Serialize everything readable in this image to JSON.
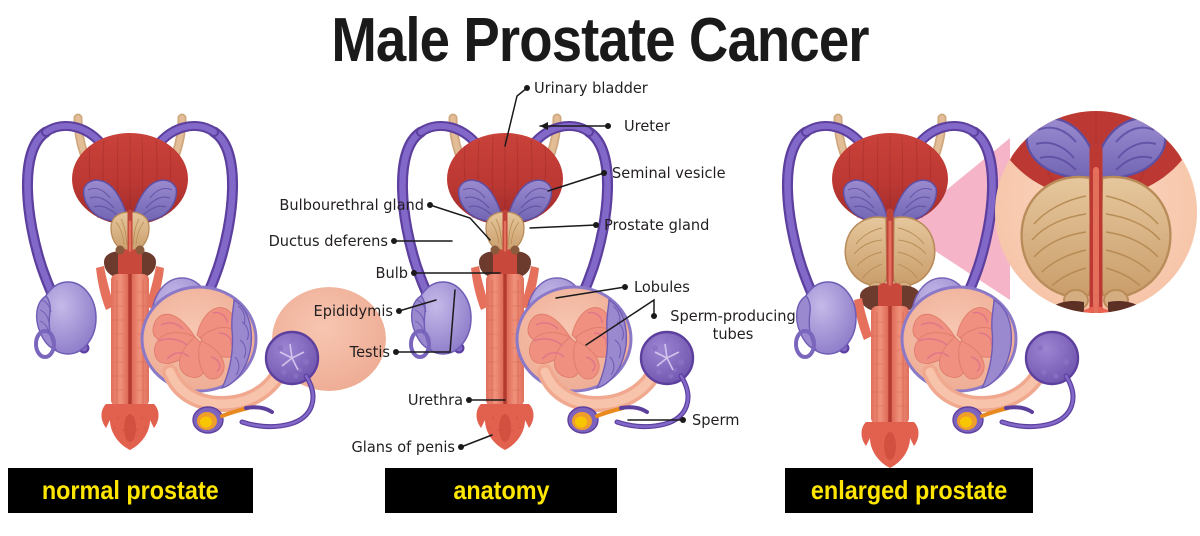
{
  "title": "Male Prostate Cancer",
  "captions": [
    {
      "id": "normal",
      "label": "normal prostate"
    },
    {
      "id": "anatomy",
      "label": "anatomy"
    },
    {
      "id": "enlarged",
      "label": "enlarged prostate"
    }
  ],
  "labels_right": [
    {
      "id": "urinary-bladder",
      "text": "Urinary bladder"
    },
    {
      "id": "ureter",
      "text": "Ureter"
    },
    {
      "id": "seminal-vesicle",
      "text": "Seminal vesicle"
    },
    {
      "id": "prostate-gland",
      "text": "Prostate gland"
    },
    {
      "id": "lobules",
      "text": "Lobules"
    },
    {
      "id": "sperm-producing-tubes",
      "text": "Sperm-producing tubes"
    },
    {
      "id": "sperm",
      "text": "Sperm"
    }
  ],
  "labels_left": [
    {
      "id": "bulbourethral-gland",
      "text": "Bulbourethral gland"
    },
    {
      "id": "ductus-deferens",
      "text": "Ductus deferens"
    },
    {
      "id": "bulb",
      "text": "Bulb"
    },
    {
      "id": "epididymis",
      "text": "Epididymis"
    },
    {
      "id": "testis",
      "text": "Testis"
    },
    {
      "id": "urethra",
      "text": "Urethra"
    },
    {
      "id": "glans-of-penis",
      "text": "Glans of penis"
    }
  ],
  "colors": {
    "background": "#ffffff",
    "title_text": "#1a1a1a",
    "caption_bg": "#000000",
    "caption_text": "#ffe600",
    "label_text": "#231f20",
    "leader_line": "#1a1a1a",
    "bladder_red": "#bf3b36",
    "bladder_red_dark": "#9e2b2c",
    "seminal_purple": "#8a7dc4",
    "seminal_purple_dark": "#6f60ad",
    "duct_purple": "#7b5fc0",
    "duct_purple_dark": "#5d3f9e",
    "prostate_tan": "#ddb98c",
    "prostate_tan_dark": "#c99e6d",
    "ureter_tan": "#dcb78f",
    "urethra_salmon": "#e5705c",
    "urethra_salmon_light": "#ef8f79",
    "testis_lilac": "#9f8fd4",
    "testis_lilac_light": "#bdb0e3",
    "lobule_pink": "#f0a893",
    "lobule_rose": "#e9798c",
    "magnifier_cone": "#f5b4c7",
    "magnifier_fill": "#f9cdb3",
    "sperm_yellow": "#f5b400",
    "sperm_orange": "#e98a1f",
    "bulb_brown": "#6d3a2e"
  }
}
